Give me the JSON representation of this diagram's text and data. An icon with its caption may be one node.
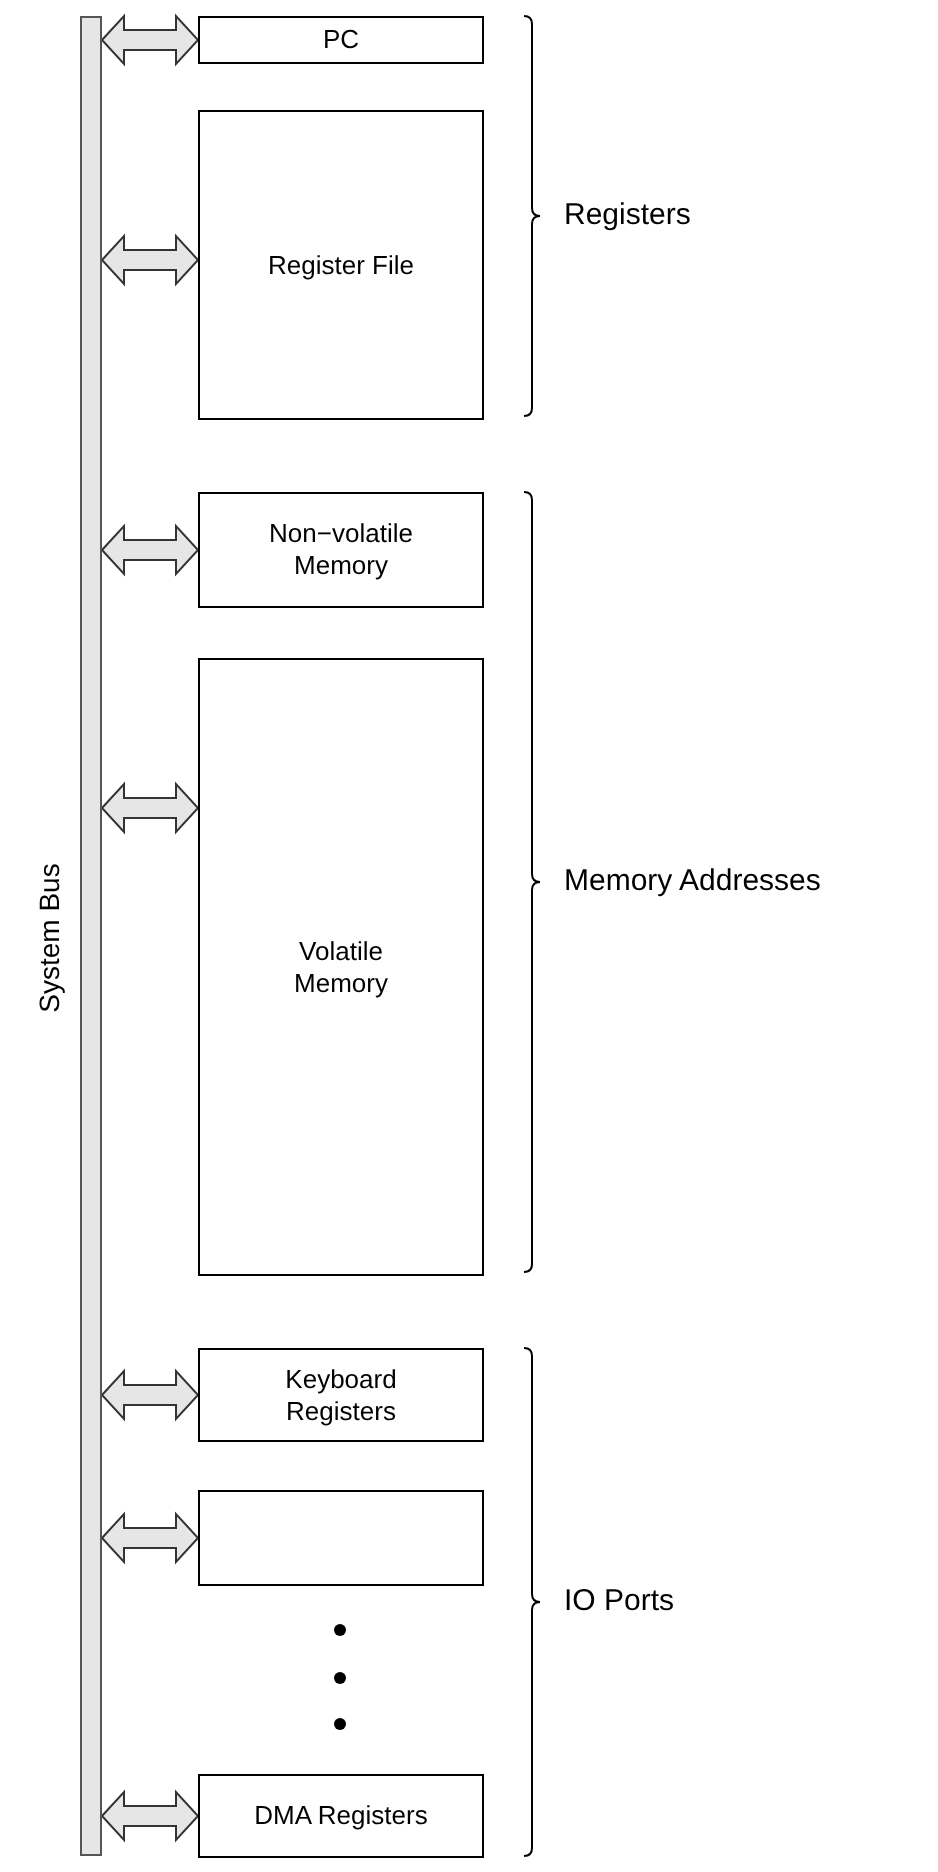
{
  "diagram": {
    "nodes": [
      {
        "text": [
          "System Bus"
        ]
      },
      {
        "text": [
          "PC"
        ]
      },
      {
        "text": [
          "Register File"
        ]
      },
      {
        "text": [
          "Non−volatile Memory"
        ]
      },
      {
        "text": [
          "Volatile Memory"
        ]
      },
      {
        "text": [
          "Keyboard Registers"
        ]
      },
      {
        "text": [],
        "shape": "box"
      },
      {
        "text": [
          "DMA Registers"
        ]
      }
    ],
    "edges": [
      {
        "from": 0,
        "to": 1,
        "arrow": "both"
      },
      {
        "from": 0,
        "to": 2,
        "arrow": "both"
      },
      {
        "from": 0,
        "to": 3,
        "arrow": "both"
      },
      {
        "from": 0,
        "to": 4,
        "arrow": "both"
      },
      {
        "from": 0,
        "to": 5,
        "arrow": "both"
      },
      {
        "from": 0,
        "to": 6,
        "arrow": "both"
      },
      {
        "from": 0,
        "to": 7,
        "arrow": "both"
      }
    ],
    "labels": [
      "Registers",
      "Memory Addresses",
      "IO Ports"
    ]
  }
}
